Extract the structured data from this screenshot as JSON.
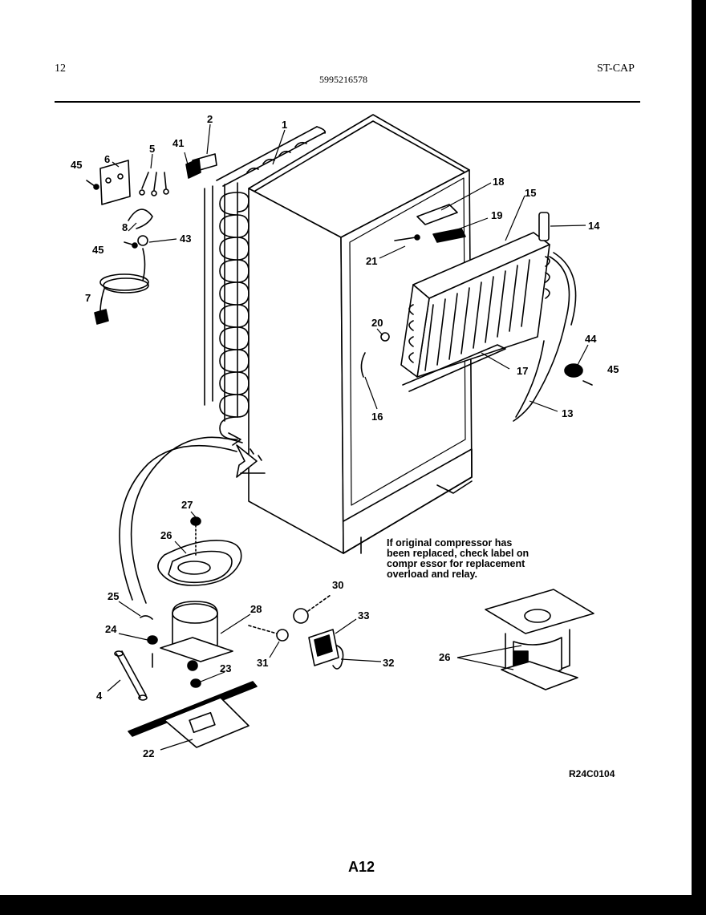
{
  "header": {
    "page_number": "12",
    "document_number": "5995216578",
    "model_code": "ST-CAP"
  },
  "note": {
    "lines": [
      "If original compressor has",
      "been replaced, check label on",
      "compr essor for replacement",
      "overload and relay."
    ]
  },
  "reference_code": "R24C0104",
  "footer": {
    "page_label": "A12"
  },
  "callouts": [
    "1",
    "2",
    "41",
    "6",
    "5",
    "45",
    "8",
    "43",
    "45",
    "7",
    "18",
    "15",
    "19",
    "14",
    "21",
    "20",
    "16",
    "44",
    "45",
    "17",
    "13",
    "27",
    "26",
    "25",
    "24",
    "28",
    "30",
    "33",
    "31",
    "32",
    "4",
    "23",
    "22",
    "26"
  ]
}
